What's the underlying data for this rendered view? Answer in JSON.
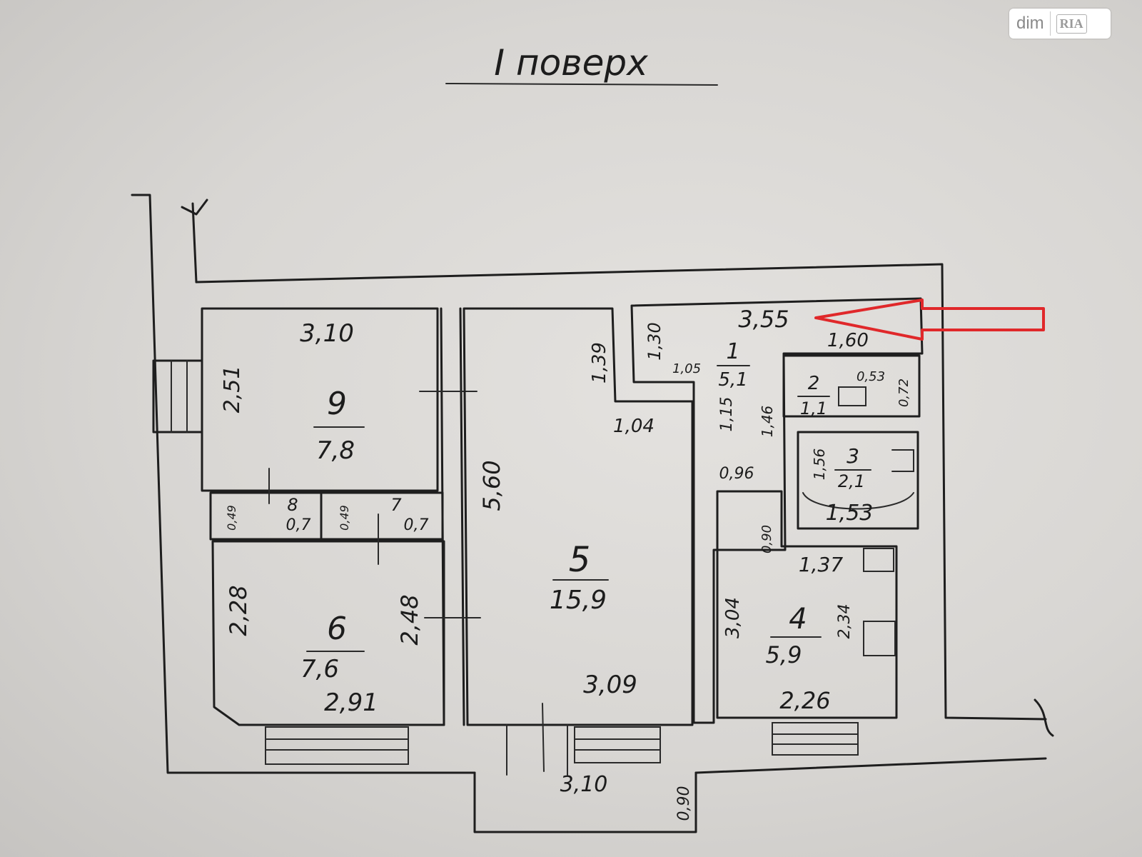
{
  "title": "I поверх",
  "watermark": {
    "left": "dim",
    "right": "RIA"
  },
  "rooms": [
    {
      "id": "9",
      "area": "7,8"
    },
    {
      "id": "8",
      "area": "0,7"
    },
    {
      "id": "7",
      "area": "0,7"
    },
    {
      "id": "6",
      "area": "7,6"
    },
    {
      "id": "5",
      "area": "15,9"
    },
    {
      "id": "1",
      "area": "5,1"
    },
    {
      "id": "2",
      "area": "1,1"
    },
    {
      "id": "3",
      "area": "2,1"
    },
    {
      "id": "4",
      "area": "5,9"
    }
  ],
  "dimensions": {
    "room9_top": "3,10",
    "room9_side": "2,51",
    "room8_side": "0,49",
    "room7_side": "0,49",
    "room6_left": "2,28",
    "room6_right": "2,48",
    "room6_bottom": "2,91",
    "room5_side": "5,60",
    "room5_notch_v": "1,39",
    "room5_notch_h": "1,04",
    "room5_bottom": "3,09",
    "room1_top": "3,55",
    "room1_side": "1,30",
    "room1_mid": "1,05",
    "room1_under": "1,60",
    "room1_corr_a": "1,15",
    "room1_corr_b": "1,46",
    "room1_corr_c": "0,96",
    "room1_corr_d": "0,90",
    "room2_top": "0,53",
    "room2_side": "0,72",
    "room3_side": "1,56",
    "room3_bottom": "1,53",
    "room4_top": "1,37",
    "room4_left": "3,04",
    "room4_right": "2,34",
    "room4_bottom": "2,26",
    "balcony_width": "3,10",
    "balcony_depth": "0,90"
  },
  "colors": {
    "paper": "#d8d6d3",
    "ink": "#1e1e1e",
    "arrow": "#e0282a"
  }
}
